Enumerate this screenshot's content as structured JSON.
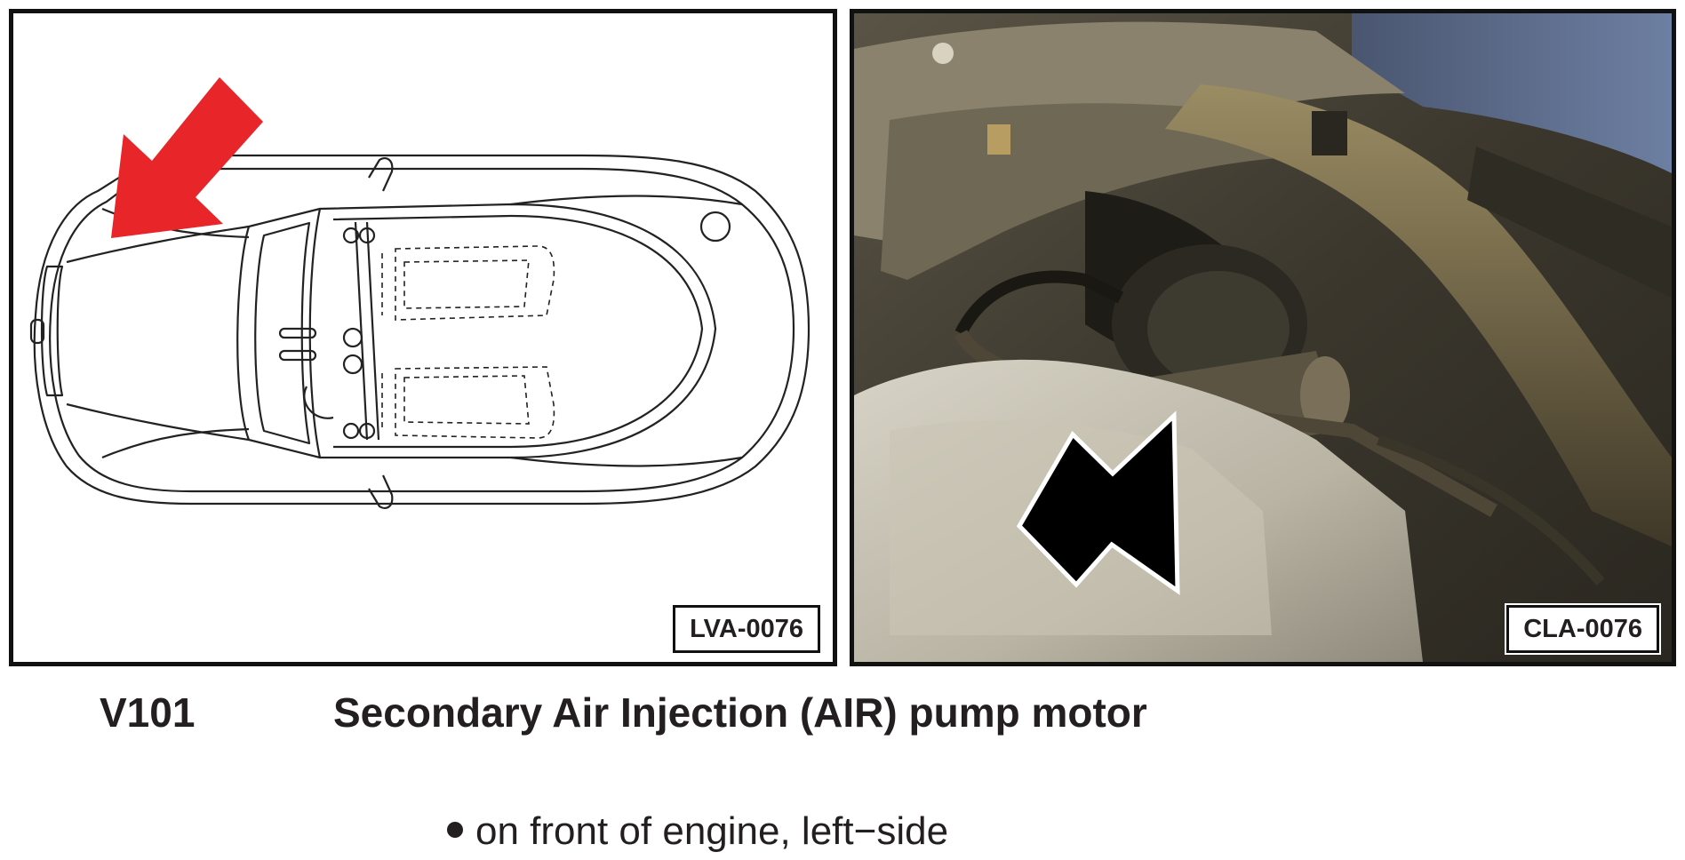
{
  "figure": {
    "left_reference": "LVA-0076",
    "right_reference": "CLA-0076"
  },
  "component": {
    "code": "V101",
    "name": "Secondary Air Injection (AIR) pump motor"
  },
  "location_note": "on front of engine, left−side",
  "colors": {
    "locator_arrow": "#e8262a",
    "photo_arrow": "#000000",
    "text": "#231f20"
  },
  "icons": {
    "left_arrow": "red-locator-arrow-icon",
    "right_arrow": "black-pointer-arrow-icon",
    "bullet": "bullet-icon"
  }
}
